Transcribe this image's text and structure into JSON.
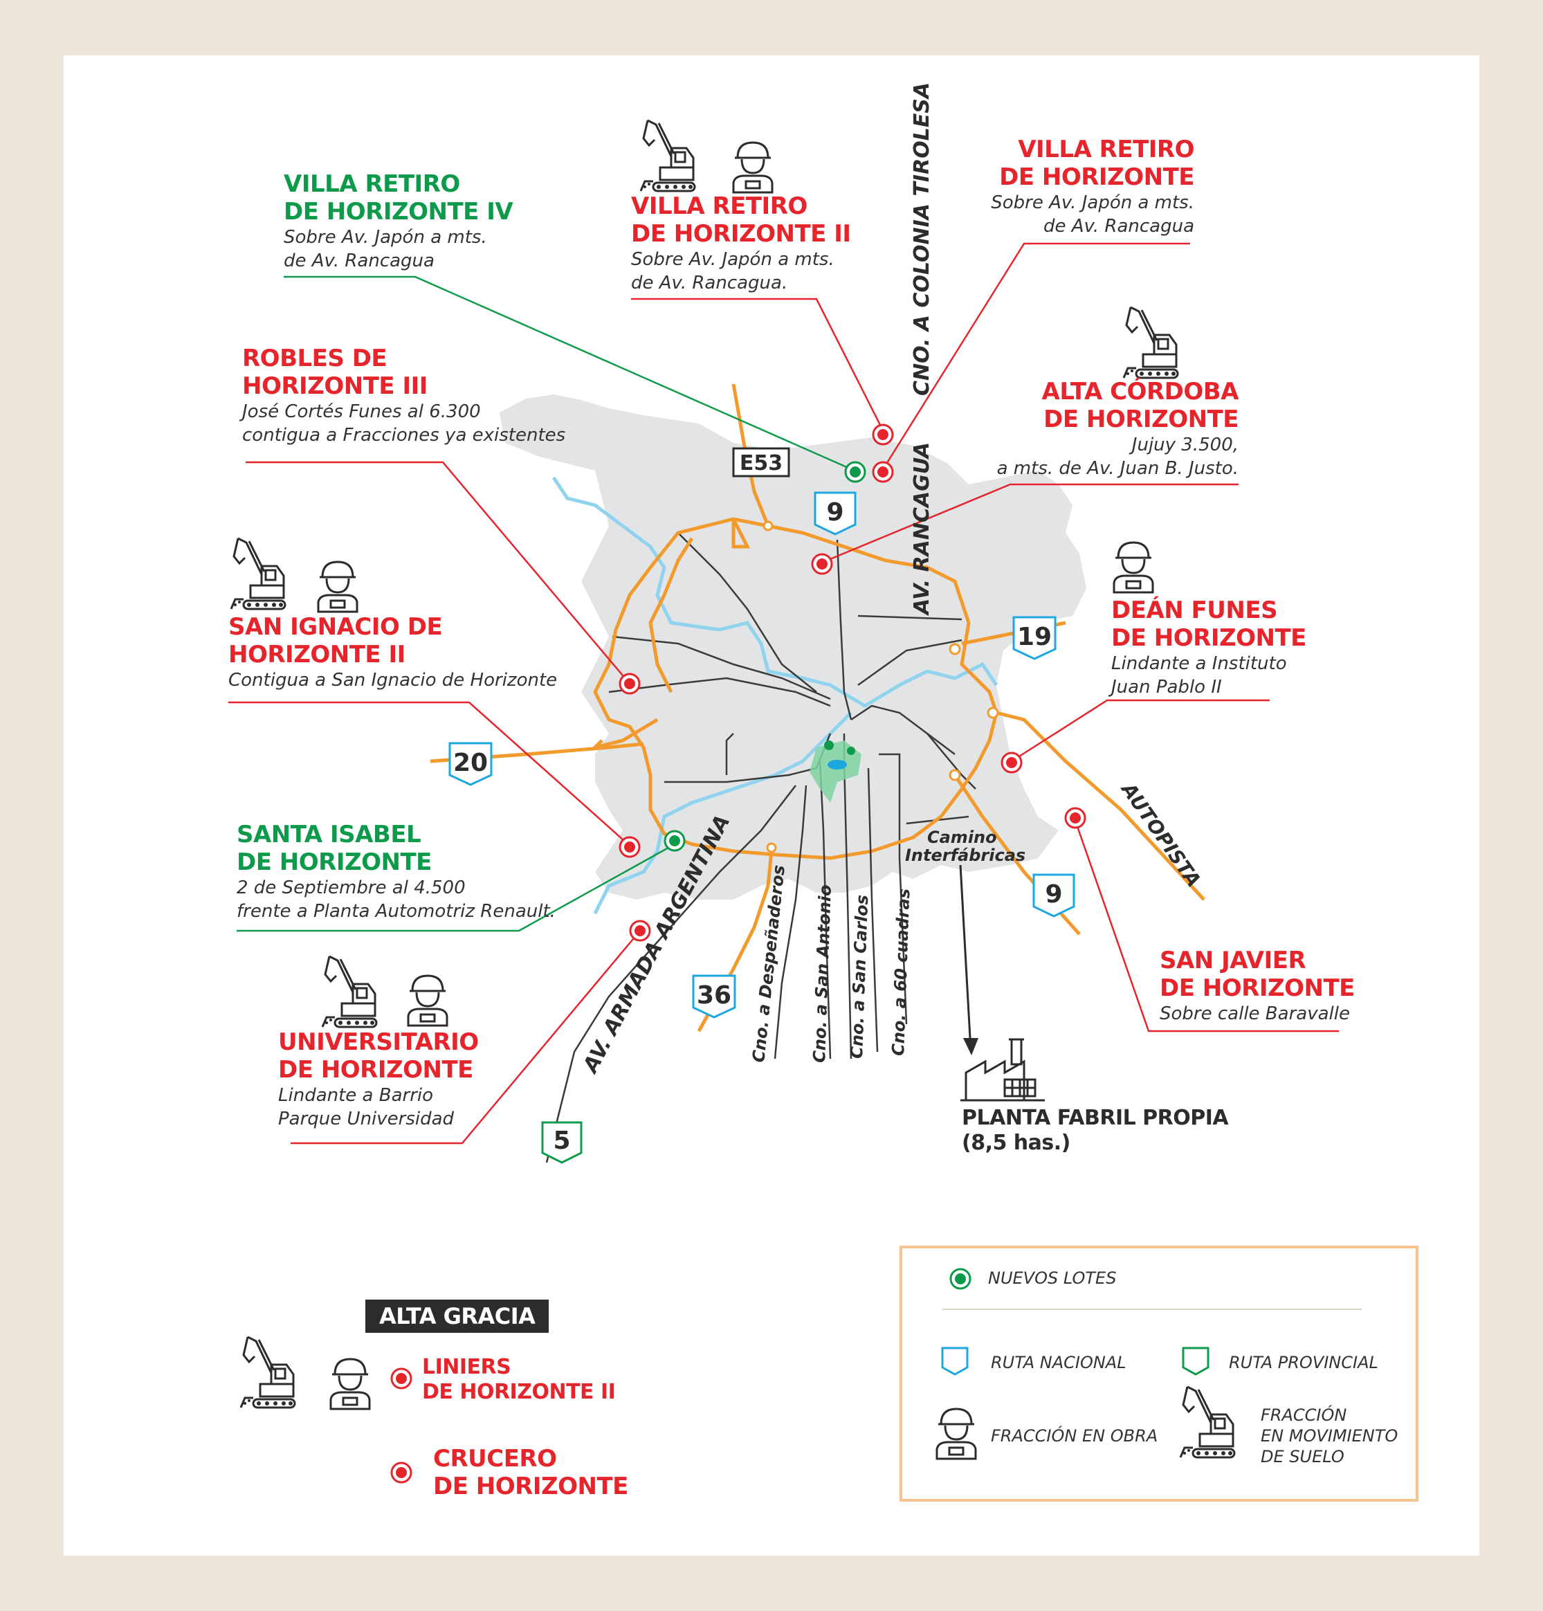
{
  "map": {
    "colors": {
      "red": "#e5252b",
      "green": "#0d9a4a",
      "orange": "#f39a2c",
      "river": "#8fd3ee",
      "city": "#e3e4e6",
      "nacional": "#1ca7e1",
      "provincial": "#0d9a4a"
    },
    "labels": [
      {
        "id": "vr4",
        "title": [
          "VILLA RETIRO",
          "DE HORIZONTE IV"
        ],
        "desc": [
          "Sobre Av. Japón a mts.",
          "de Av. Rancagua"
        ],
        "color": "green"
      },
      {
        "id": "vr2",
        "title": [
          "VILLA RETIRO",
          "DE HORIZONTE II"
        ],
        "desc": [
          "Sobre Av. Japón a mts.",
          "de Av. Rancagua."
        ],
        "color": "red",
        "icons": [
          "excavator-icon",
          "worker-icon"
        ]
      },
      {
        "id": "vr",
        "title": [
          "VILLA RETIRO",
          "DE HORIZONTE"
        ],
        "desc": [
          "Sobre Av. Japón a mts.",
          "de Av. Rancagua"
        ],
        "color": "red"
      },
      {
        "id": "rob3",
        "title": [
          "ROBLES DE",
          "HORIZONTE III"
        ],
        "desc": [
          "José Cortés Funes al 6.300",
          "contigua a Fracciones ya existentes"
        ],
        "color": "red"
      },
      {
        "id": "ac",
        "title": [
          "ALTA CÓRDOBA",
          "DE HORIZONTE"
        ],
        "desc": [
          "Jujuy 3.500,",
          "a mts. de Av. Juan B. Justo."
        ],
        "color": "red",
        "icons": [
          "excavator-icon"
        ]
      },
      {
        "id": "si2",
        "title": [
          "SAN IGNACIO DE",
          "HORIZONTE II"
        ],
        "desc": [
          "Contigua a San Ignacio de Horizonte"
        ],
        "color": "red",
        "icons": [
          "excavator-icon",
          "worker-icon"
        ]
      },
      {
        "id": "df",
        "title": [
          "DEÁN FUNES",
          "DE HORIZONTE"
        ],
        "desc": [
          "Lindante a Instituto",
          "Juan Pablo II"
        ],
        "color": "red",
        "icons": [
          "worker-icon"
        ]
      },
      {
        "id": "sis",
        "title": [
          "SANTA ISABEL",
          "DE HORIZONTE"
        ],
        "desc": [
          "2 de Septiembre al 4.500",
          "frente a Planta Automotriz Renault."
        ],
        "color": "green"
      },
      {
        "id": "sj",
        "title": [
          "SAN JAVIER",
          "DE HORIZONTE"
        ],
        "desc": [
          "Sobre calle Baravalle"
        ],
        "color": "red"
      },
      {
        "id": "univ",
        "title": [
          "UNIVERSITARIO",
          "DE HORIZONTE"
        ],
        "desc": [
          "Lindante a Barrio",
          "Parque Universidad"
        ],
        "color": "red",
        "icons": [
          "excavator-icon",
          "worker-icon"
        ]
      }
    ],
    "roads": {
      "tirolesa": "CNO. A COLONIA TIROLESA",
      "rancagua": "AV. RANCAGUA",
      "autopista": "AUTOPISTA",
      "armada": "AV. ARMADA ARGENTINA",
      "desp": "Cno. a Despeñaderos",
      "santonio": "Cno. a San Antonio",
      "scarlos": "Cno. a San Carlos",
      "c60": "Cno. a 60 cuadras",
      "interfab1": "Camino",
      "interfab2": "Interfábricas"
    },
    "routes": {
      "e53": "E53",
      "r9a": "9",
      "r19": "19",
      "r20": "20",
      "r9b": "9",
      "r36": "36",
      "r5": "5"
    },
    "planta": {
      "title1": "PLANTA FABRIL PROPIA",
      "title2": "(8,5 has.)"
    }
  },
  "alta_gracia": {
    "header": "ALTA GRACIA",
    "items": [
      {
        "title": [
          "LINIERS",
          "DE HORIZONTE II"
        ]
      },
      {
        "title": [
          "CRUCERO",
          "DE HORIZONTE"
        ]
      }
    ]
  },
  "legend": {
    "nuevos": "NUEVOS LOTES",
    "nacional": "RUTA NACIONAL",
    "provincial": "RUTA PROVINCIAL",
    "obra": "FRACCIÓN EN OBRA",
    "mov": [
      "FRACCIÓN",
      "EN MOVIMIENTO",
      "DE SUELO"
    ]
  }
}
